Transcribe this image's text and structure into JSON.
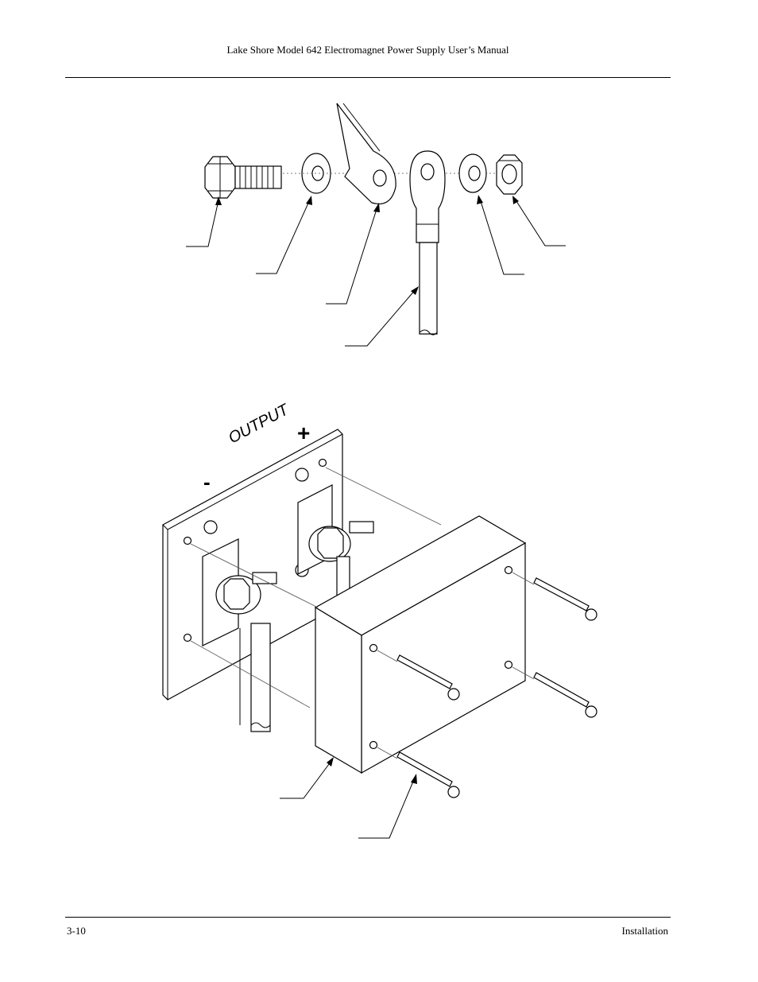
{
  "header": {
    "title": "Lake Shore Model 642 Electromagnet Power Supply User’s Manual"
  },
  "footer": {
    "page_number": "3-10",
    "section": "Installation"
  },
  "figure_bottom": {
    "panel_label": "OUTPUT",
    "minus_sign": "-",
    "plus_sign": "+"
  }
}
